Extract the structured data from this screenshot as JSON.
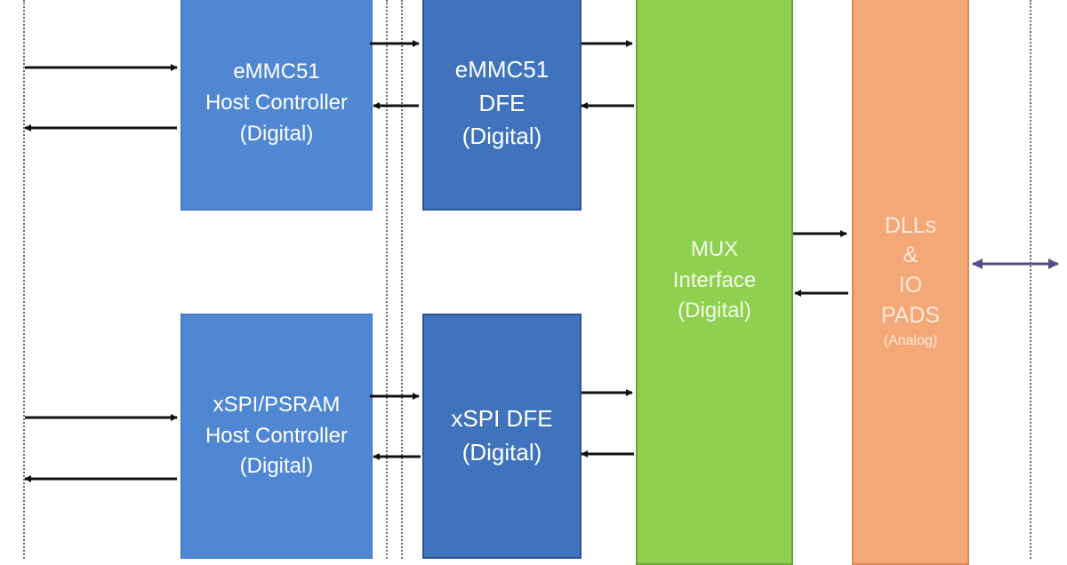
{
  "blocks": {
    "emmc_host": {
      "line1": "eMMC51",
      "line2": "Host Controller",
      "line3": "(Digital)"
    },
    "emmc_dfe": {
      "line1": "eMMC51",
      "line2": "DFE",
      "line3": "(Digital)"
    },
    "xspi_host": {
      "line1": "xSPI/PSRAM",
      "line2": "Host Controller",
      "line3": "(Digital)"
    },
    "xspi_dfe": {
      "line1": "xSPI DFE",
      "line2": "(Digital)"
    },
    "mux": {
      "line1": "MUX",
      "line2": "Interface",
      "line3": "(Digital)"
    },
    "pads": {
      "line1": "DLLs",
      "line2": "&",
      "line3": "IO",
      "line4": "PADS",
      "line5": "(Analog)"
    }
  },
  "colors": {
    "host": "#4f87d3",
    "dfe": "#3f74bd",
    "mux": "#8fd14f",
    "pads": "#f5a877",
    "arrow": "#111111",
    "bidirectional_arrow": "#5b4a86"
  }
}
